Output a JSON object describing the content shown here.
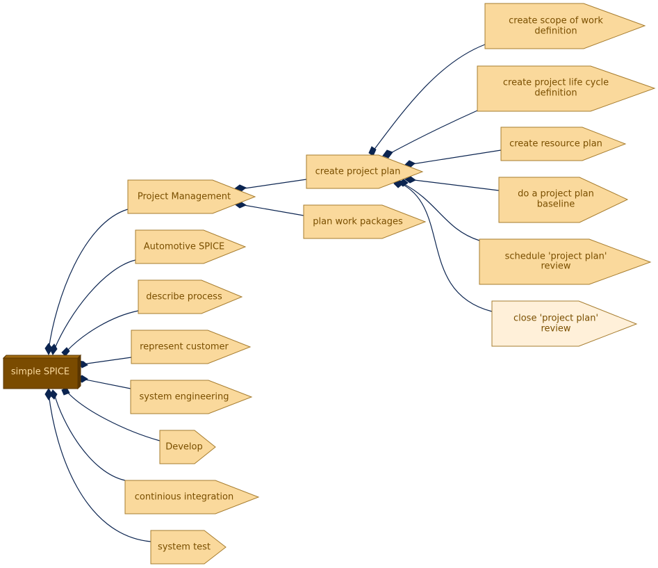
{
  "colors": {
    "edge": "#0b2450",
    "node_fill": "#fad99c",
    "node_fill_light": "#fff0d9",
    "node_border": "#a67c2e",
    "node_text": "#7a4f00",
    "root_fill": "#7a4b00",
    "root_top": "#a06a10",
    "root_text": "#fad99c"
  },
  "root": {
    "label": "simple SPICE"
  },
  "level1": [
    {
      "label": "Project Management"
    },
    {
      "label": "Automotive SPICE"
    },
    {
      "label": "describe process"
    },
    {
      "label": "represent customer"
    },
    {
      "label": "system engineering"
    },
    {
      "label": "Develop"
    },
    {
      "label": "continious integration"
    },
    {
      "label": "system test"
    }
  ],
  "project_management_children": [
    {
      "label": "create project plan"
    },
    {
      "label": "plan work packages"
    }
  ],
  "create_project_plan_children": [
    {
      "lines": [
        "create scope of work",
        "definition"
      ]
    },
    {
      "lines": [
        "create project life cycle",
        "definition"
      ]
    },
    {
      "lines": [
        "create resource plan"
      ]
    },
    {
      "lines": [
        "do a project plan",
        "baseline"
      ]
    },
    {
      "lines": [
        "schedule 'project plan'",
        "review"
      ]
    },
    {
      "lines": [
        "close 'project plan'",
        "review"
      ],
      "light": true
    }
  ]
}
